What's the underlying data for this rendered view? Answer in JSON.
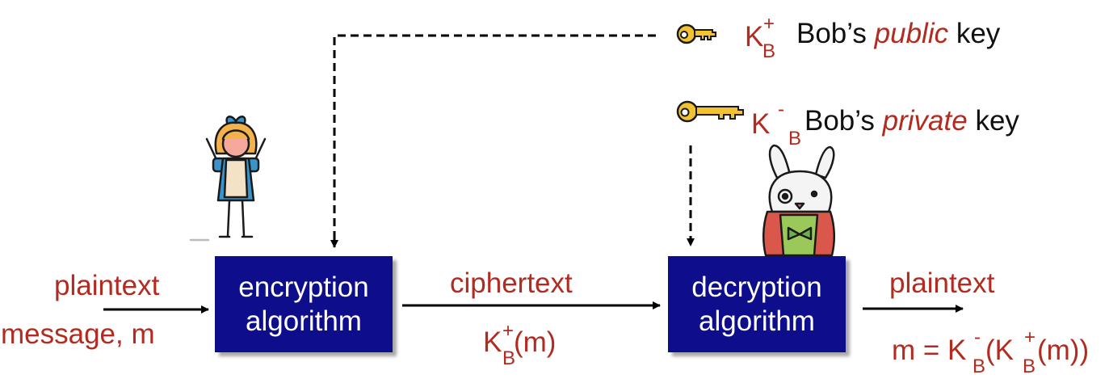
{
  "input": {
    "line1": "plaintext",
    "line2": "message, m"
  },
  "encryption_box": {
    "line1": "encryption",
    "line2": "algorithm"
  },
  "ciphertext": {
    "label": "ciphertext",
    "formula_k": "K",
    "formula_sup": "+",
    "formula_sub": "B",
    "formula_tail": "(m)"
  },
  "decryption_box": {
    "line1": "decryption",
    "line2": "algorithm"
  },
  "output": {
    "label": "plaintext",
    "f_m": "m = K",
    "f_sup1": "-",
    "f_sub1": "B",
    "f_paren": "(K",
    "f_sup2": "+",
    "f_sub2": "B",
    "f_tail": "(m))"
  },
  "public_key": {
    "k": "K",
    "sup": "+",
    "sub": "B",
    "text_pre": "Bob’s ",
    "text_em": "public",
    "text_post": " key"
  },
  "private_key": {
    "k": "K",
    "sup": "-",
    "sub": "B",
    "text_pre": "Bob’s ",
    "text_em": "private",
    "text_post": " key"
  },
  "colors": {
    "box": "#0e0e8c",
    "label_red": "#b22b20",
    "key_gold": "#f2c230"
  }
}
